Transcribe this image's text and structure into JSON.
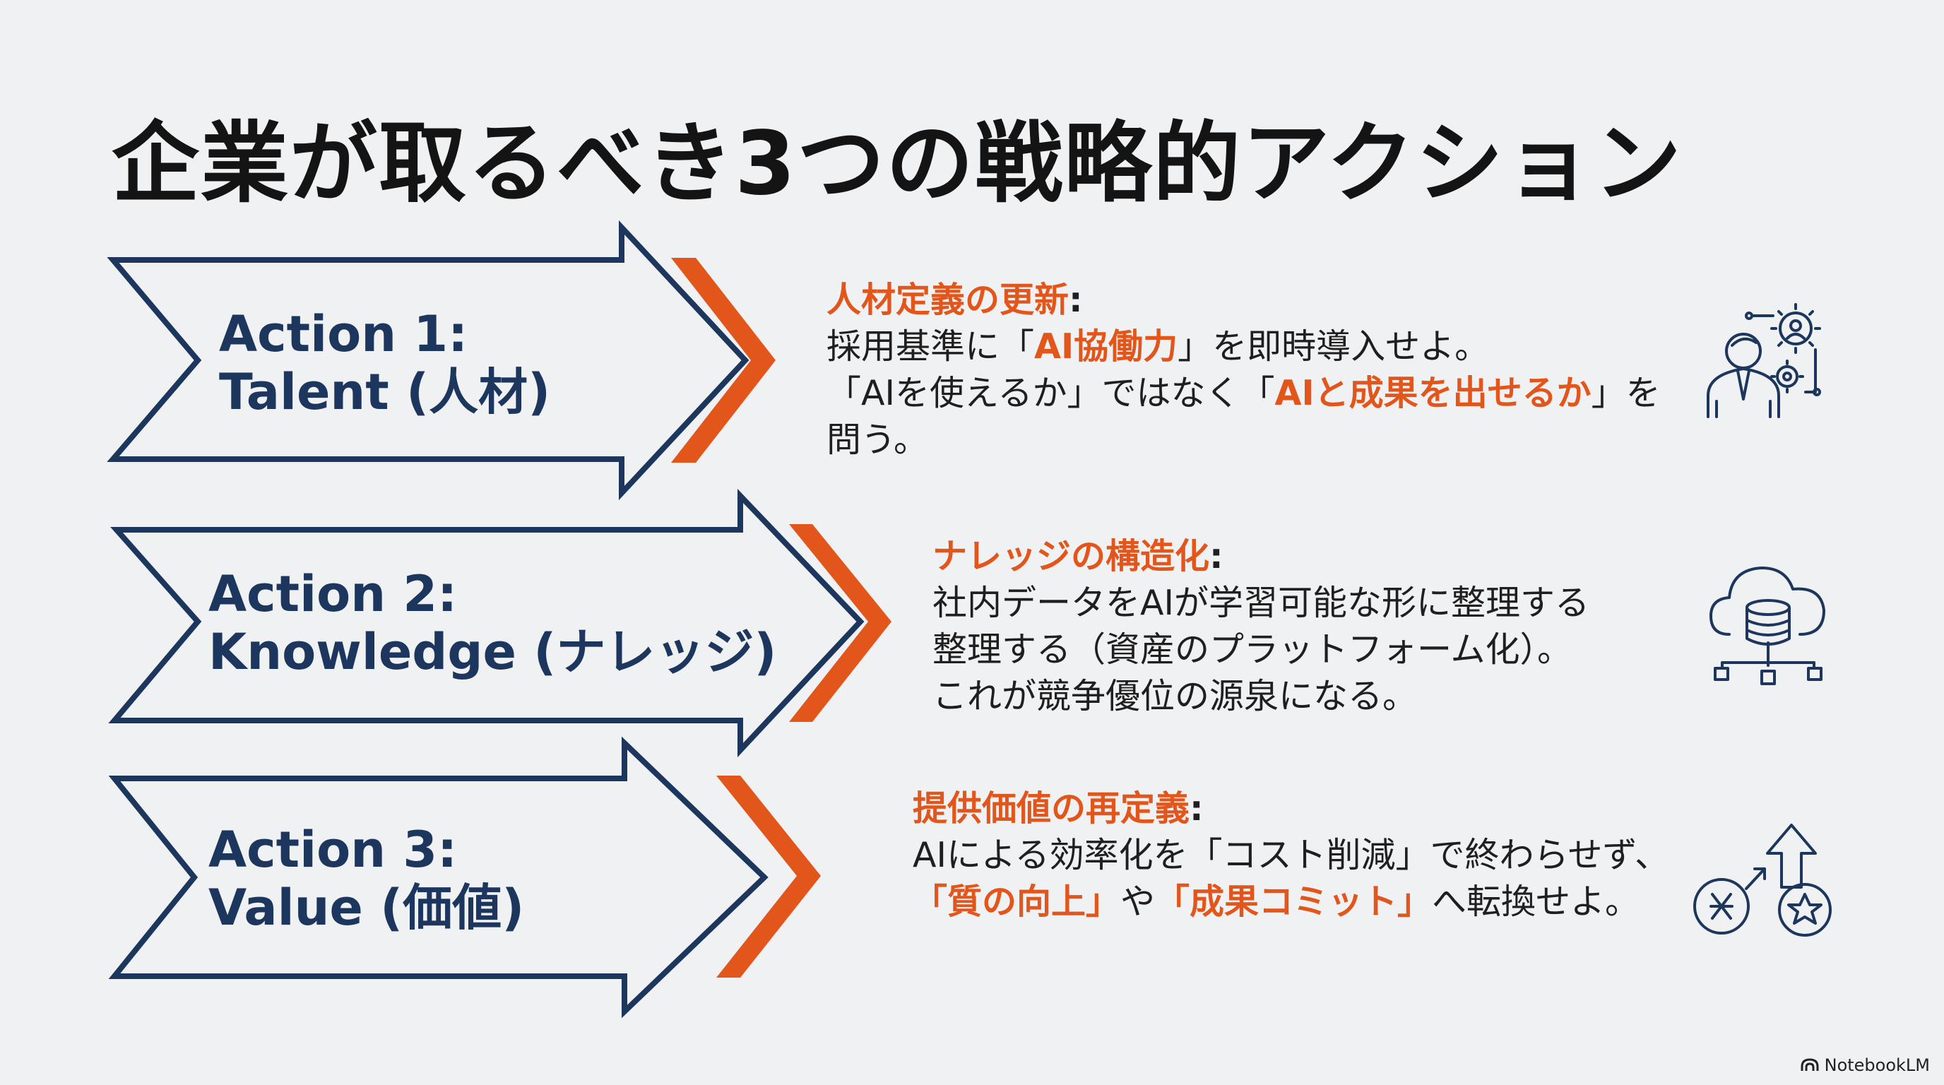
{
  "title": "企業が取るべき3つの戦略的アクション",
  "colors": {
    "navy": "#1d365e",
    "orange": "#e2561c",
    "background": "#f0f1f3"
  },
  "actions": [
    {
      "label_line1": "Action 1:",
      "label_line2": "Talent (人材)",
      "heading": "人材定義の更新",
      "colon": ":",
      "lines": [
        [
          {
            "t": "採用基準に「"
          },
          {
            "t": "AI協働力",
            "hl": true
          },
          {
            "t": "」を即時導入せよ。"
          }
        ],
        [
          {
            "t": "「AIを使えるか」ではなく「"
          },
          {
            "t": "AIと成果を出せるか",
            "hl": true
          },
          {
            "t": "」を"
          }
        ],
        [
          {
            "t": "問う。"
          }
        ]
      ],
      "icon": "person-with-gears-icon"
    },
    {
      "label_line1": "Action 2:",
      "label_line2": "Knowledge (ナレッジ)",
      "heading": "ナレッジの構造化",
      "colon": ":",
      "lines": [
        [
          {
            "t": "社内データをAIが学習可能な形に整理する"
          }
        ],
        [
          {
            "t": "整理する（資産のプラットフォーム化）。"
          }
        ],
        [
          {
            "t": "これが競争優位の源泉になる。"
          }
        ]
      ],
      "icon": "cloud-database-icon"
    },
    {
      "label_line1": "Action 3:",
      "label_line2": "Value (価値)",
      "heading": "提供価値の再定義",
      "colon": ":",
      "lines": [
        [
          {
            "t": "AIによる効率化を「コスト削減」で終わらせず、"
          }
        ],
        [
          {
            "t": "「質の向上」",
            "hl": true
          },
          {
            "t": "や"
          },
          {
            "t": "「成果コミット」",
            "hl": true
          },
          {
            "t": "へ転換せよ。"
          }
        ]
      ],
      "icon": "value-shift-icon"
    }
  ],
  "brand": "NotebookLM"
}
